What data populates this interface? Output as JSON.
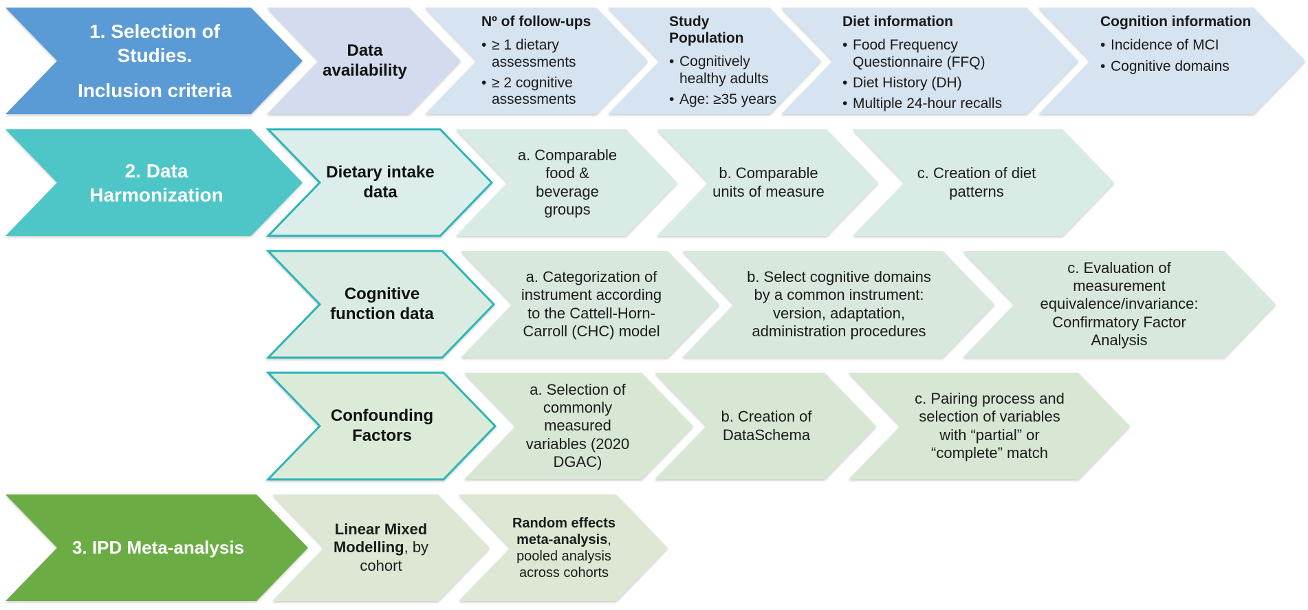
{
  "figure": {
    "type": "process-flow-diagram",
    "colors": {
      "stage1_blue": "#5B9BD5",
      "stage2_teal": "#4EC5C6",
      "stage3_green": "#6BAD44",
      "outline_teal": "#2AB5B8",
      "light_blue": "#D6E3F0",
      "light_mint": "#D9EBE5",
      "light_green": "#D8E7D4",
      "light_sage": "#DDE7D3"
    }
  },
  "row1": {
    "stage_line1": "1. Selection of Studies.",
    "stage_line2": "Inclusion criteria",
    "data_availability": "Data availability",
    "followups": {
      "title": "Nº of follow-ups",
      "bullets": [
        "≥ 1 dietary assessments",
        "≥ 2 cognitive assessments"
      ]
    },
    "population": {
      "title": "Study Population",
      "bullets": [
        "Cognitively healthy adults",
        "Age: ≥35 years"
      ]
    },
    "diet": {
      "title": "Diet information",
      "bullets": [
        "Food Frequency Questionnaire (FFQ)",
        "Diet History (DH)",
        "Multiple 24-hour recalls"
      ]
    },
    "cognition": {
      "title": "Cognition information",
      "bullets": [
        "Incidence of MCI",
        "Cognitive domains"
      ]
    }
  },
  "row2": {
    "stage": "2. Data Harmonization",
    "header": "Dietary intake data",
    "step_a": "a. Comparable food & beverage groups",
    "step_b": "b. Comparable units of measure",
    "step_c": "c. Creation of diet patterns"
  },
  "row3": {
    "header": "Cognitive function data",
    "step_a": "a. Categorization of instrument according to the Cattell-Horn-Carroll (CHC) model",
    "step_b": "b. Select cognitive domains by a common instrument: version, adaptation, administration procedures",
    "step_c": "c. Evaluation of measurement equivalence/invariance: Confirmatory Factor Analysis"
  },
  "row4": {
    "header": "Confounding Factors",
    "step_a": "a. Selection of commonly measured variables (2020 DGAC)",
    "step_b": "b. Creation of DataSchema",
    "step_c": "c. Pairing process and selection of variables with “partial” or “complete” match"
  },
  "row5": {
    "stage": "3. IPD Meta-analysis",
    "lmm_bold": "Linear Mixed Modelling",
    "lmm_rest": ", by cohort",
    "re_bold": "Random effects meta-analysis",
    "re_rest": ", pooled analysis across cohorts"
  }
}
